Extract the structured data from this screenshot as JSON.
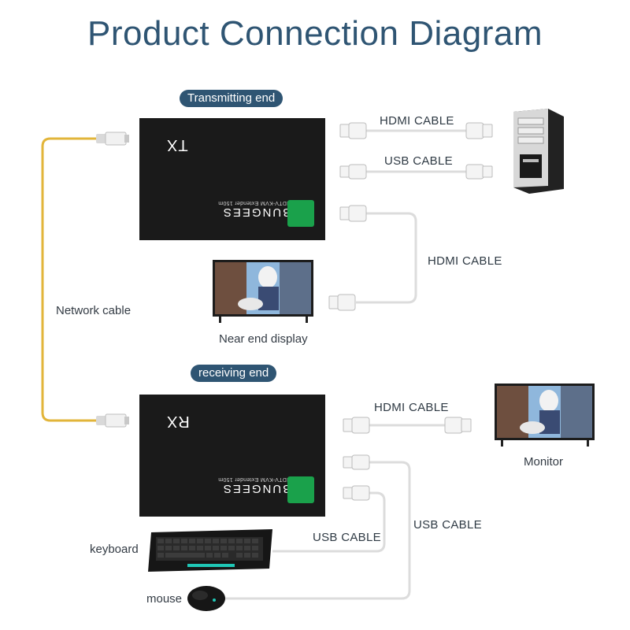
{
  "title": "Product Connection Diagram",
  "labels": {
    "transmitting_end": "Transmitting end",
    "receiving_end": "receiving end",
    "network_cable": "Network cable",
    "near_end_display": "Near end display",
    "monitor": "Monitor",
    "keyboard": "keyboard",
    "mouse": "mouse"
  },
  "cables": {
    "tx_hdmi_to_pc": "HDMI CABLE",
    "tx_usb_to_pc": "USB CABLE",
    "tx_hdmi_to_display": "HDMI CABLE",
    "rx_hdmi_to_monitor": "HDMI CABLE",
    "rx_usb_keyboard": "USB CABLE",
    "rx_usb_mouse": "USB CABLE"
  },
  "tx_box": {
    "mark": "TX",
    "brand": "BUNGEES",
    "model": "HDTV-KVM Extender 150m"
  },
  "rx_box": {
    "mark": "RX",
    "brand": "BUNGEES",
    "model": "HDTV-KVM Extender 150m"
  },
  "colors": {
    "title": "#2f5573",
    "pill": "#2f5573",
    "box": "#1a1a1a",
    "logo": "#1aa14b",
    "network_cable": "#e2b53a",
    "usb_cable": "#d8d8d8"
  }
}
